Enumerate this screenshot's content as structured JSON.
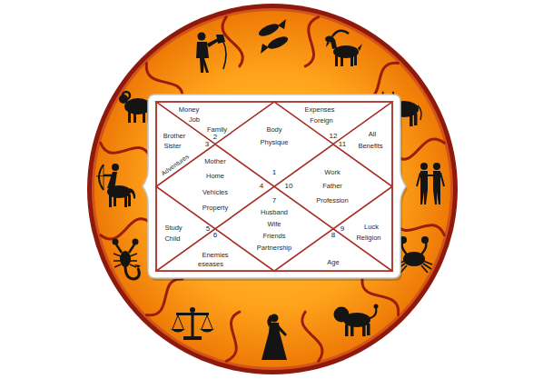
{
  "diagram": {
    "nodes": [
      {
        "text": [
          "Body",
          "Physique",
          "1"
        ]
      },
      {
        "text": [
          "Money",
          "Job",
          "Family",
          "2"
        ]
      },
      {
        "text": [
          "Brother",
          "Sister",
          "Adventures",
          "3"
        ]
      },
      {
        "text": [
          "Mother",
          "Home",
          "Vehicles",
          "Property",
          "4"
        ]
      },
      {
        "text": [
          "Study",
          "Child",
          "5"
        ]
      },
      {
        "text": [
          "6",
          "Enemies",
          "eseases"
        ]
      },
      {
        "text": [
          "7",
          "Husband",
          "Wife",
          "Friends",
          "Partnership"
        ]
      },
      {
        "text": [
          "8",
          "Age"
        ]
      },
      {
        "text": [
          "9",
          "Luck",
          "Religion"
        ]
      },
      {
        "text": [
          "Work",
          "Father",
          "Profession",
          "10"
        ]
      },
      {
        "text": [
          "All",
          "11",
          "Benefits"
        ]
      },
      {
        "text": [
          "Expenses",
          "Foreign",
          "12"
        ]
      }
    ]
  }
}
